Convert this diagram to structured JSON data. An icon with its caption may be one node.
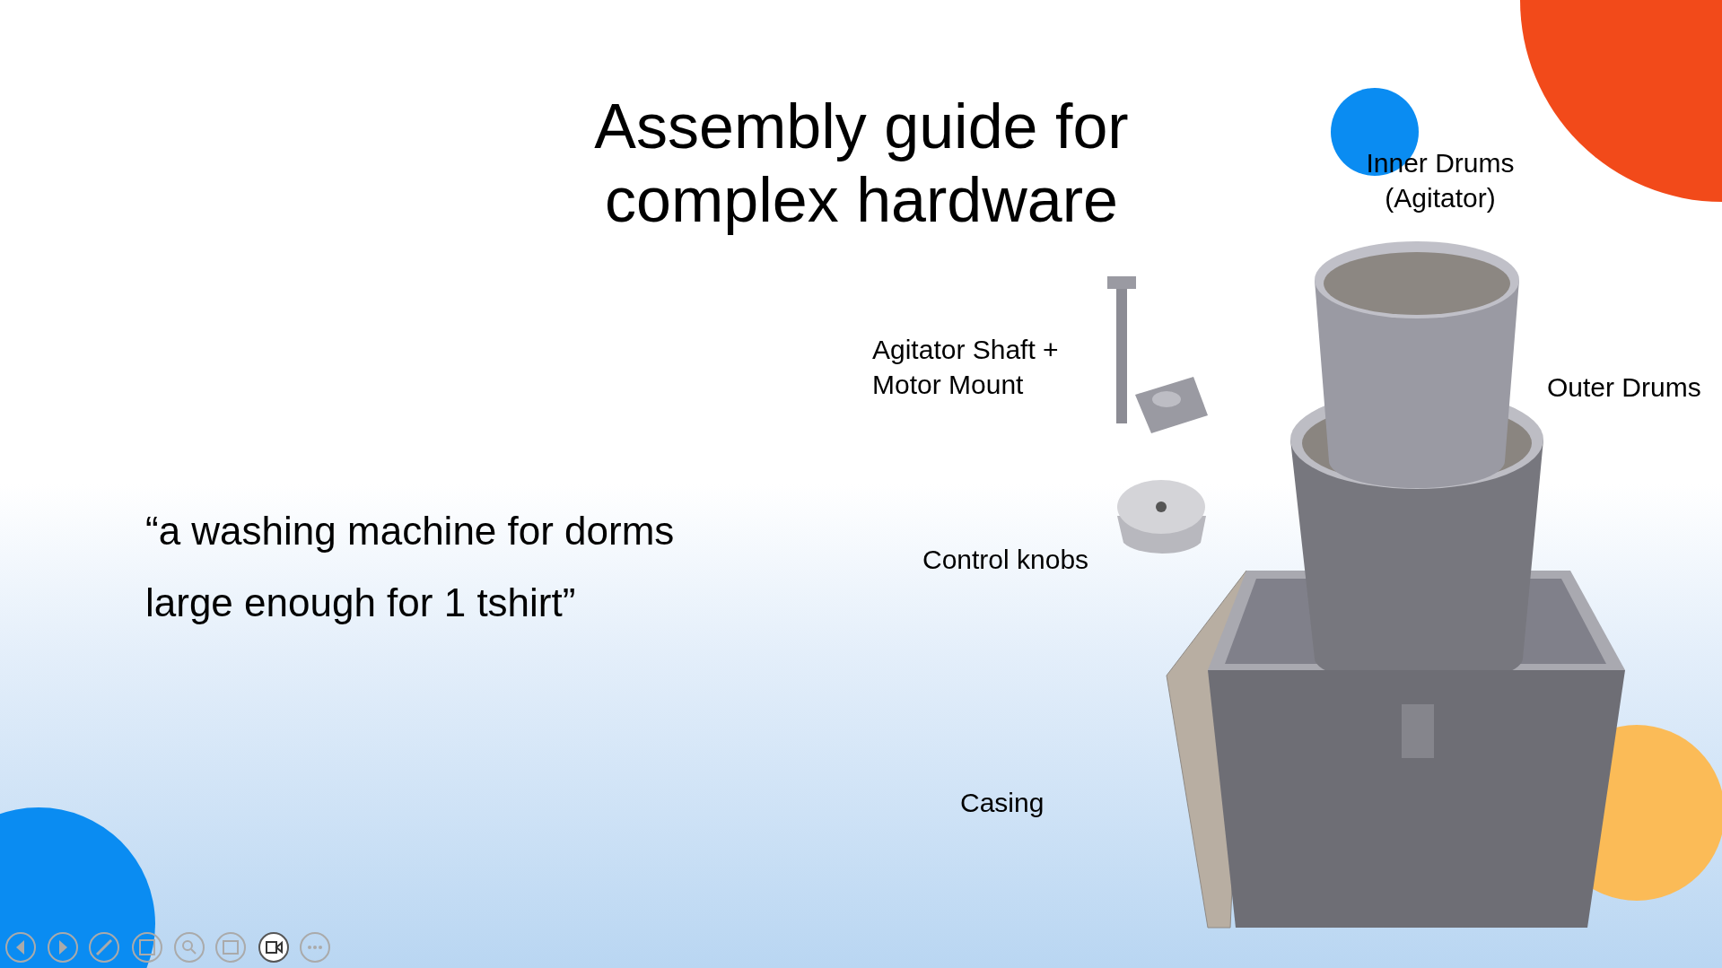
{
  "diagram": {
    "title": "Assembly guide for complex hardware",
    "labels": [
      "“a washing machine for dorms large enough for 1 tshirt”",
      "Inner Drums (Agitator)",
      "Agitator Shaft + Motor Mount",
      "Outer Drums",
      "Control knobs",
      "Casing"
    ]
  }
}
